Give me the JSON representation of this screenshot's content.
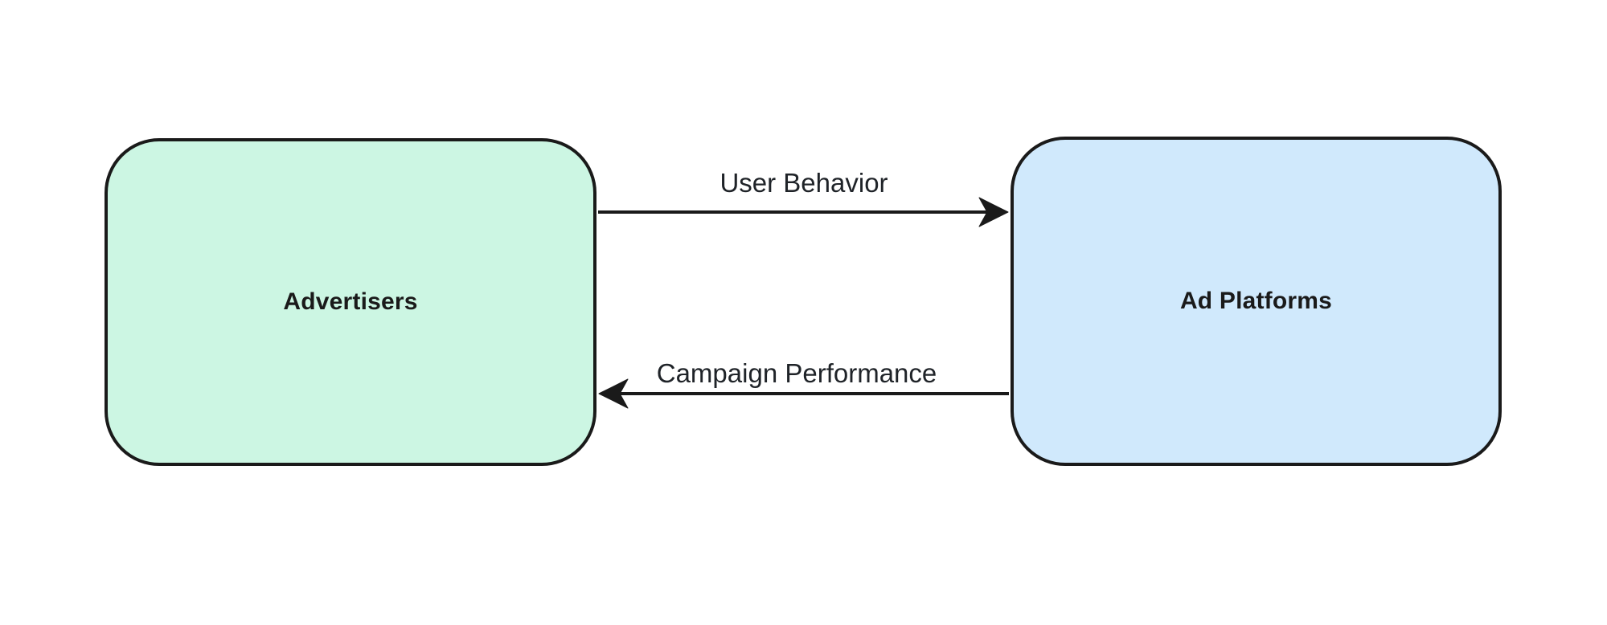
{
  "diagram": {
    "background": "#ffffff",
    "stroke_color": "#1a1a1a",
    "label_color": "#1f2328",
    "nodes": [
      {
        "id": "advertisers",
        "label": "Advertisers",
        "fill": "#ccf6e3",
        "border": "#1a1a1a",
        "shape": "rounded-rectangle"
      },
      {
        "id": "ad-platforms",
        "label": "Ad Platforms",
        "fill": "#d0e9fc",
        "border": "#1a1a1a",
        "shape": "rounded-rectangle"
      }
    ],
    "edges": [
      {
        "id": "user-behavior",
        "label": "User Behavior",
        "from": "Advertisers",
        "to": "Ad Platforms",
        "direction": "right"
      },
      {
        "id": "campaign-performance",
        "label": "Campaign Performance",
        "from": "Ad Platforms",
        "to": "Advertisers",
        "direction": "left"
      }
    ]
  }
}
